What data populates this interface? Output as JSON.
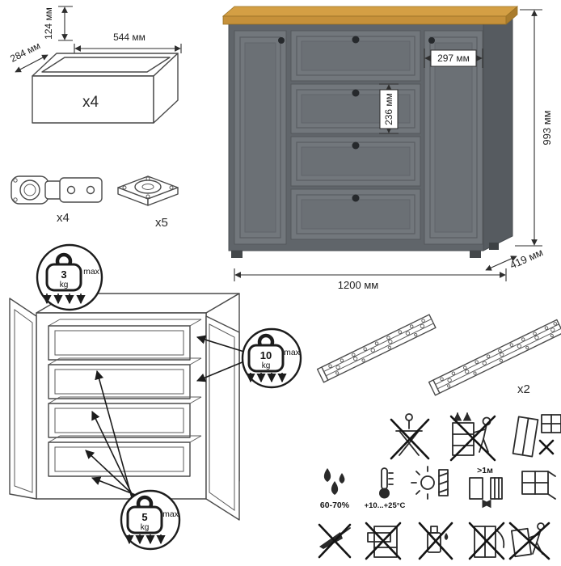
{
  "colors": {
    "wood_top": "#d49f44",
    "wood_front": "#c6913a",
    "wood_end": "#aa7c2c",
    "body_front": "#60656a",
    "body_side": "#565b60",
    "front_panel": "#72777c",
    "line": "#4a4a4a"
  },
  "drawer_box": {
    "height_label": "124 мм",
    "width_label": "544 мм",
    "depth_label": "284 мм",
    "count_label": "x4"
  },
  "hardware": {
    "hinge_count_label": "x4",
    "mount_count_label": "x5"
  },
  "dresser": {
    "width_label": "1200 мм",
    "height_label": "993 мм",
    "depth_label": "419 мм",
    "door_width_label": "297 мм",
    "drawer_front_height_label": "236 мм"
  },
  "slides": {
    "count_label": "x2"
  },
  "load_limits": {
    "top_surface": {
      "value": "3",
      "unit": "kg",
      "qualifier": "max"
    },
    "drawer": {
      "value": "10",
      "unit": "kg",
      "qualifier": "max"
    },
    "lower_drawers": {
      "value": "5",
      "unit": "kg",
      "qualifier": "max"
    }
  },
  "care": {
    "humidity_label": "60-70%",
    "temperature_label": "+10...+25°C",
    "distance_label": ">1м"
  },
  "icons": {
    "warning_row": [
      "no-standing-icon",
      "no-moving-loaded-icon",
      "tip-over-window-icon"
    ],
    "care_row1": [
      "humidity-icon",
      "temperature-icon",
      "sunlight-shade-icon",
      "heat-distance-icon",
      "window-icon"
    ],
    "care_row2": [
      "no-sharp-objects-icon",
      "no-open-drawer-load-icon",
      "no-solvents-icon",
      "no-door-slam-icon",
      "no-dragging-icon"
    ]
  }
}
